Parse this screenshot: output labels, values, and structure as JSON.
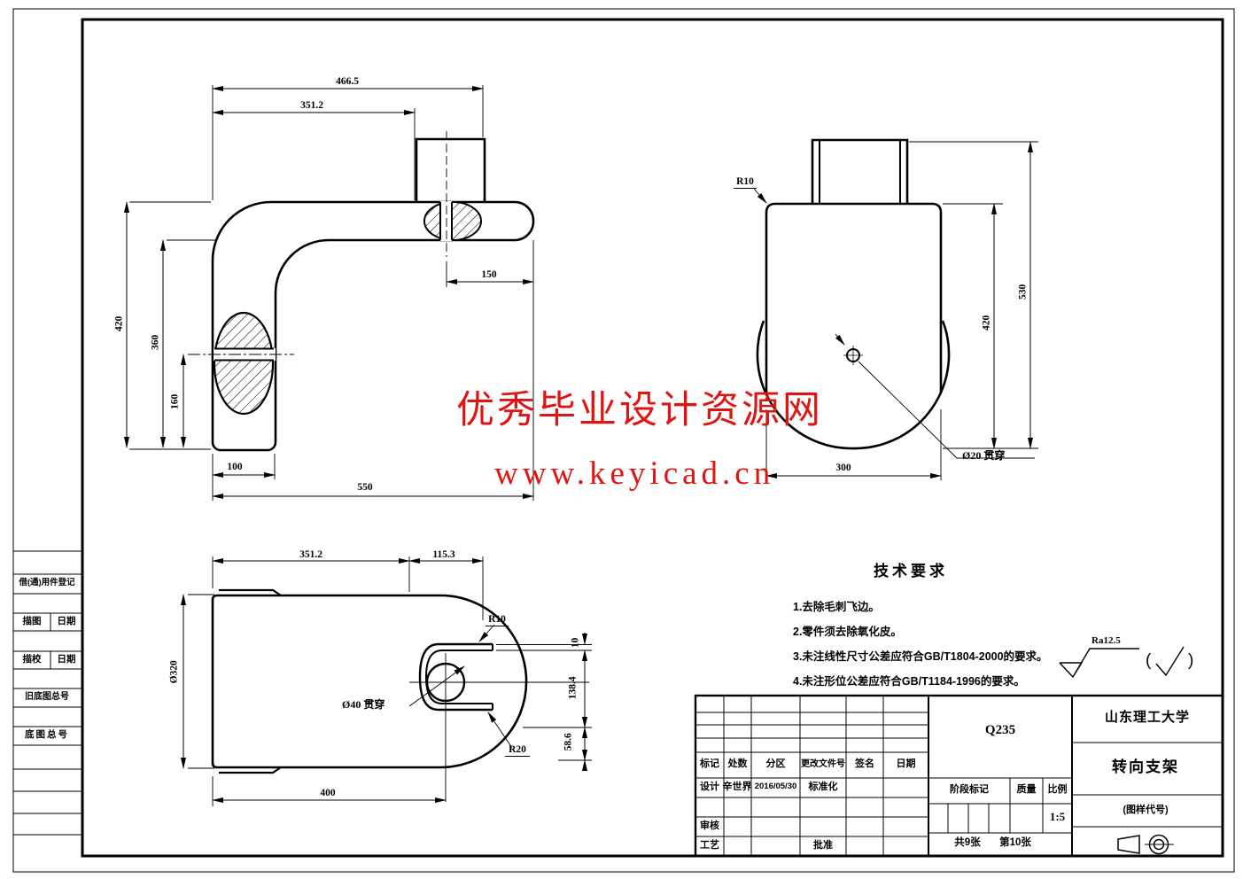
{
  "sheet": {
    "background": "#ffffff",
    "line_color": "#000000",
    "watermark_color": "#e01410"
  },
  "watermark": {
    "line1": "优秀毕业设计资源网",
    "line2": "www.keyicad.cn"
  },
  "side_view": {
    "dim_466_5": "466.5",
    "dim_351_2": "351.2",
    "dim_150": "150",
    "dim_420": "420",
    "dim_360": "360",
    "dim_160": "160",
    "dim_100": "100",
    "dim_550": "550"
  },
  "front_view": {
    "radius_r10": "R10",
    "dim_530": "530",
    "dim_420": "420",
    "dim_300": "300",
    "hole_label": "Ø20 贯穿"
  },
  "top_view": {
    "dim_351_2": "351.2",
    "dim_115_3": "115.3",
    "dim_dia320": "Ø320",
    "hole_label": "Ø40 贯穿",
    "radius_r10": "R10",
    "radius_r20": "R20",
    "dim_10": "10",
    "dim_138_4": "138.4",
    "dim_58_6": "58.6",
    "dim_400": "400"
  },
  "tech_requirements": {
    "title": "技术要求",
    "items": [
      "1.去除毛刺飞边。",
      "2.零件须去除氧化皮。",
      "3.未注线性尺寸公差应符合GB/T1804-2000的要求。",
      "4.未注形位公差应符合GB/T1184-1996的要求。"
    ]
  },
  "roughness": {
    "value": "Ra12.5",
    "paren_open": "(",
    "paren_close": ")"
  },
  "title_block": {
    "material": "Q235",
    "university": "山东理工大学",
    "part_name": "转向支架",
    "drawing_code_label": "(图样代号)",
    "header_row": [
      "标记",
      "处数",
      "分区",
      "更改文件号",
      "签名",
      "日期"
    ],
    "design_label": "设计",
    "designer": "辛世界",
    "design_date": "2016/05/30",
    "standardization_label": "标准化",
    "check_label": "审核",
    "process_label": "工艺",
    "approve_label": "批准",
    "stage_label": "阶段标记",
    "weight_label": "质量",
    "scale_label": "比例",
    "scale_value": "1:5",
    "sheet_total": "共9张",
    "sheet_number": "第10张"
  },
  "margin_column": {
    "borrow_label": "借(通)用件登记",
    "tracing_label": "描图",
    "date_label": "日期",
    "proof_label": "描校",
    "old_base_label": "旧底图总号",
    "base_label": "底图总号"
  }
}
